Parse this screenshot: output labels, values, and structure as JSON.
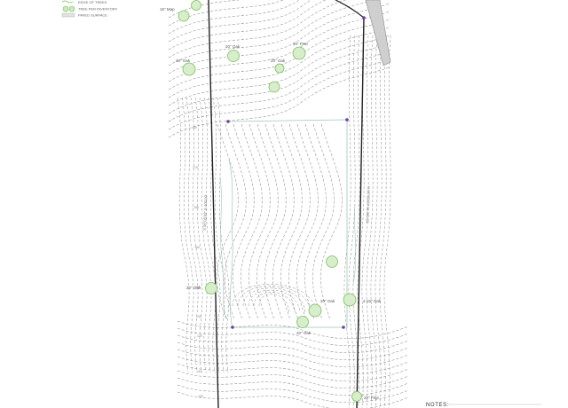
{
  "legend": {
    "items": [
      {
        "label": "EDGE OF TREES",
        "symbol": "tree-edge-icon"
      },
      {
        "label": "TREE PER INVENTORY",
        "symbol": "tree-icon"
      },
      {
        "label": "PAVED SURFACE",
        "symbol": "paved-swatch-icon"
      }
    ]
  },
  "trees": [
    {
      "label": "15\" Map"
    },
    {
      "label": "20\" Oak"
    },
    {
      "label": "20\" Oak"
    },
    {
      "label": "20\" Pine"
    },
    {
      "label": "20\" Oak"
    },
    {
      "label": "20\" Oak"
    },
    {
      "label": "20\" Oak"
    },
    {
      "label": "2-15\" Oak"
    },
    {
      "label": "20\" Oak"
    },
    {
      "label": "20\" Pine"
    }
  ],
  "elevation_labels": [
    {
      "text": "180"
    },
    {
      "text": "170"
    },
    {
      "text": "160"
    },
    {
      "text": "150"
    },
    {
      "text": "140"
    },
    {
      "text": "130"
    },
    {
      "text": "120"
    },
    {
      "text": "110"
    },
    {
      "text": "100"
    }
  ],
  "boundary_labels": [
    {
      "text": "S 06°05'09\" E 400.00'"
    },
    {
      "text": "N 06°05'09\" W 400.00'"
    }
  ],
  "notes": {
    "title": "NOTES:"
  },
  "colors": {
    "contour": "#8a8a8a",
    "property_line": "#222222",
    "setback": "#9ec9b4",
    "tree": "#7cbf62",
    "vertex": "#6b3fa0",
    "road_fill": "#c8c8c8"
  }
}
